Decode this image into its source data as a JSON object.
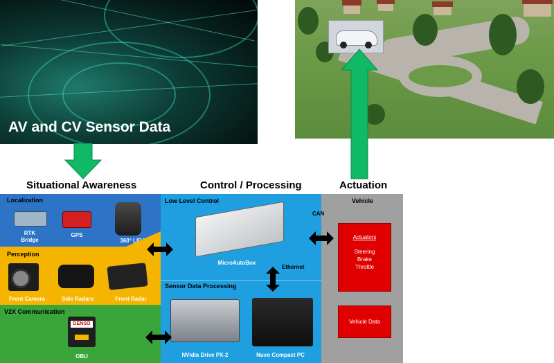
{
  "top_left_image": {
    "title": "AV and CV Sensor Data"
  },
  "headings": {
    "situational_awareness": "Situational Awareness",
    "control_processing": "Control / Processing",
    "actuation": "Actuation"
  },
  "localization": {
    "title": "Localization",
    "rtk": "RTK\nBridge",
    "gps": "GPS",
    "lidar": "360° LIDAR"
  },
  "perception": {
    "title": "Perception",
    "front_camera": "Front Camera",
    "side_radars": "Side Radars",
    "front_radar": "Front Radar"
  },
  "v2x": {
    "title": "V2X Communication",
    "brand": "DENSO",
    "obu": "OBU"
  },
  "low_level_control": {
    "title": "Low Level Control",
    "microautobox": "MicroAutoBox"
  },
  "sensor_processing": {
    "title": "Sensor Data Processing",
    "nvidia": "NVidia Drive PX-2",
    "nuvo": "Nuvo Compact PC"
  },
  "links": {
    "can": "CAN",
    "ethernet": "Ethernet"
  },
  "vehicle": {
    "title": "Vehicle",
    "actuators_title": "Actuators",
    "actuators_items": [
      "Steering",
      "Brake",
      "Throttle"
    ],
    "vehicle_data": "Vehicle Data"
  },
  "colors": {
    "localization_bg": "#2d73c6",
    "perception_bg": "#f5b400",
    "v2x_bg": "#3aa53a",
    "control_bg": "#1f9fe0",
    "vehicle_bg": "#a0a0a0",
    "arrow_green": "#11b865",
    "actuator_red": "#e00000"
  }
}
